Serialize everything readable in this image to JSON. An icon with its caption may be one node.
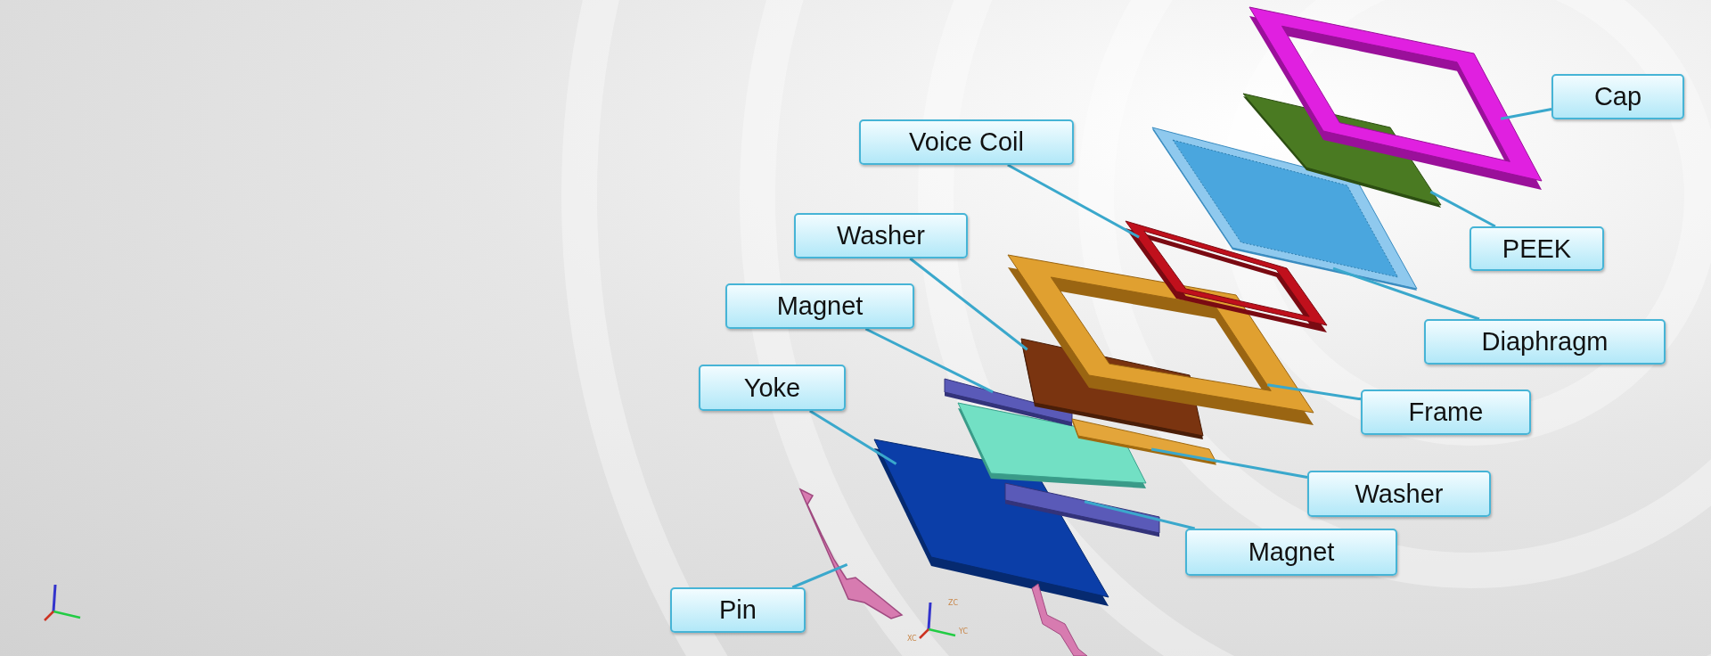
{
  "diagram": {
    "nodes": [
      {
        "text": [
          "Cap"
        ]
      },
      {
        "text": [
          "Voice Coil"
        ]
      },
      {
        "text": [
          "PEEK"
        ]
      },
      {
        "text": [
          "Washer"
        ]
      },
      {
        "text": [
          "Diaphragm"
        ]
      },
      {
        "text": [
          "Magnet"
        ]
      },
      {
        "text": [
          "Yoke"
        ]
      },
      {
        "text": [
          "Frame"
        ]
      },
      {
        "text": [
          "Washer"
        ]
      },
      {
        "text": [
          "Magnet"
        ]
      },
      {
        "text": [
          "Pin"
        ]
      },
      {
        "text": [],
        "shape": "picture"
      },
      {
        "text": [],
        "shape": "picture"
      },
      {
        "text": [],
        "shape": "picture"
      },
      {
        "text": [],
        "shape": "picture"
      },
      {
        "text": [],
        "shape": "picture"
      },
      {
        "text": [],
        "shape": "bar"
      },
      {
        "text": [],
        "shape": "picture"
      },
      {
        "text": [],
        "shape": "picture"
      },
      {
        "text": [],
        "shape": "bar"
      },
      {
        "text": [],
        "shape": "bar"
      },
      {
        "text": [],
        "shape": "picture"
      }
    ],
    "edges": [
      {
        "from": 0,
        "to": 11,
        "arrow": "none"
      },
      {
        "from": 1,
        "to": 12,
        "arrow": "none"
      },
      {
        "from": 2,
        "to": 13,
        "arrow": "none"
      },
      {
        "from": 3,
        "to": 14,
        "arrow": "none"
      },
      {
        "from": 4,
        "to": 15,
        "arrow": "none"
      },
      {
        "from": 5,
        "to": 16,
        "arrow": "none"
      },
      {
        "from": 6,
        "to": 17,
        "arrow": "none"
      },
      {
        "from": 7,
        "to": 18,
        "arrow": "none"
      },
      {
        "from": 8,
        "to": 19,
        "arrow": "none"
      },
      {
        "from": 9,
        "to": 20,
        "arrow": "none"
      },
      {
        "from": 10,
        "to": 21,
        "arrow": "none"
      }
    ],
    "labels": [
      "ZC",
      "YC",
      "XC"
    ]
  }
}
